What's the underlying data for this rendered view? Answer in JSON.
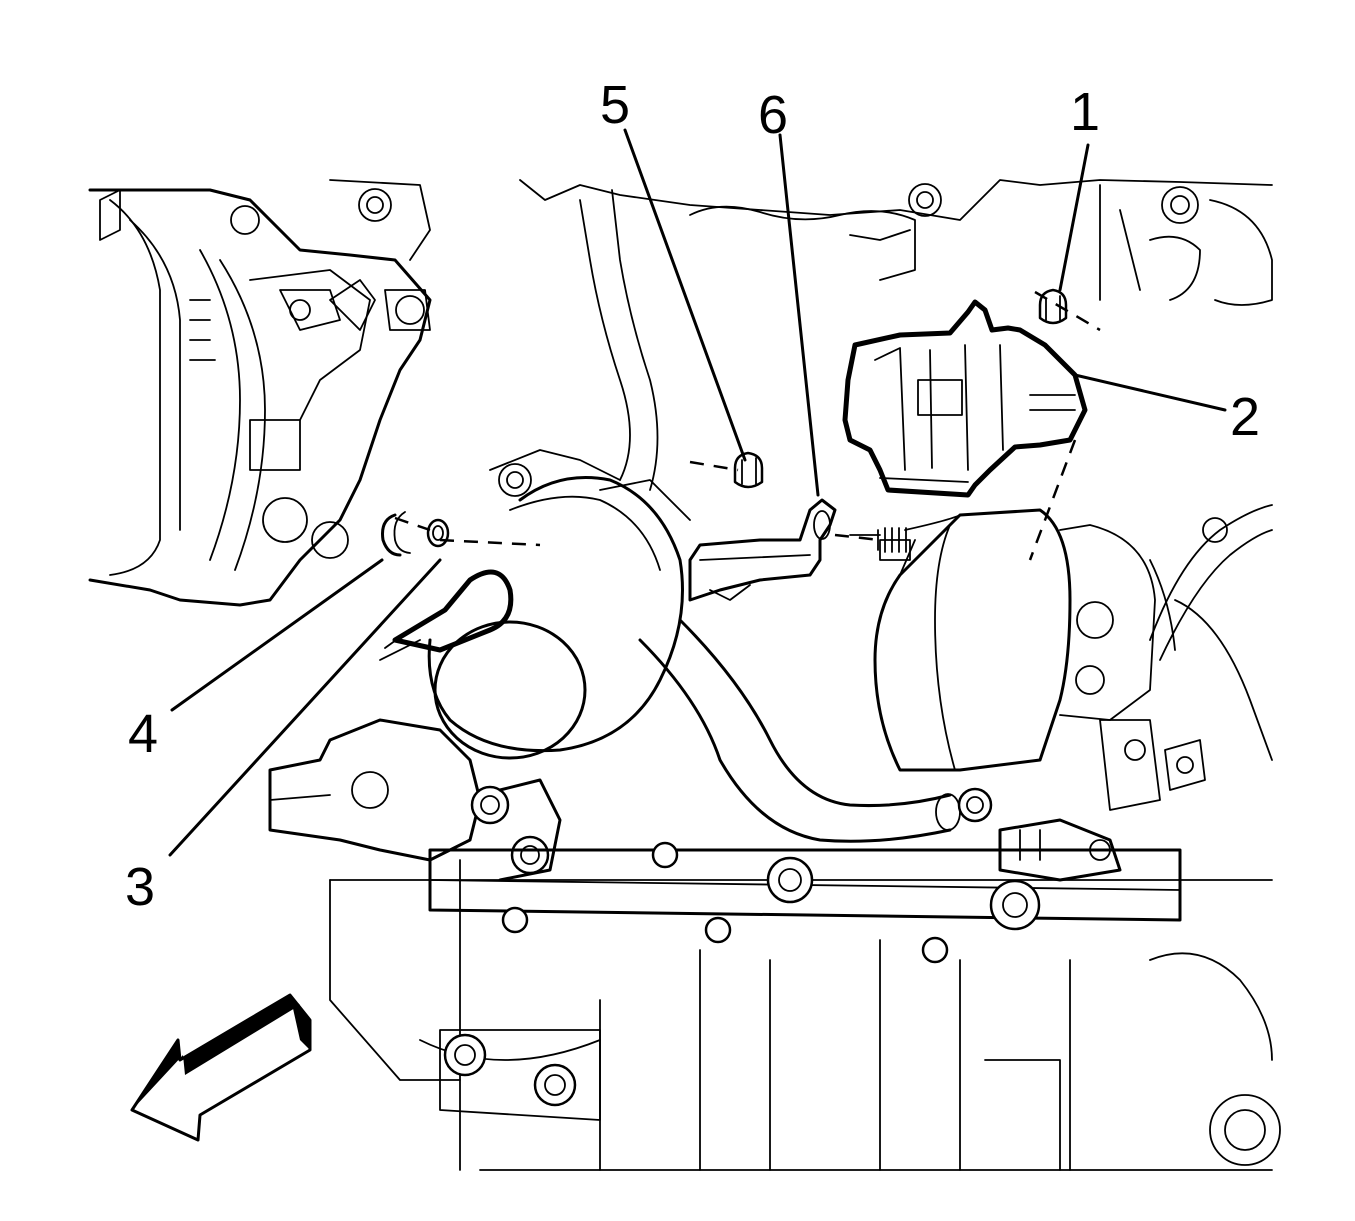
{
  "callouts": [
    {
      "id": "1",
      "label": "1"
    },
    {
      "id": "2",
      "label": "2"
    },
    {
      "id": "3",
      "label": "3"
    },
    {
      "id": "4",
      "label": "4"
    },
    {
      "id": "5",
      "label": "5"
    },
    {
      "id": "6",
      "label": "6"
    }
  ],
  "view_arrow": {
    "icon": "direction-arrow-icon"
  }
}
